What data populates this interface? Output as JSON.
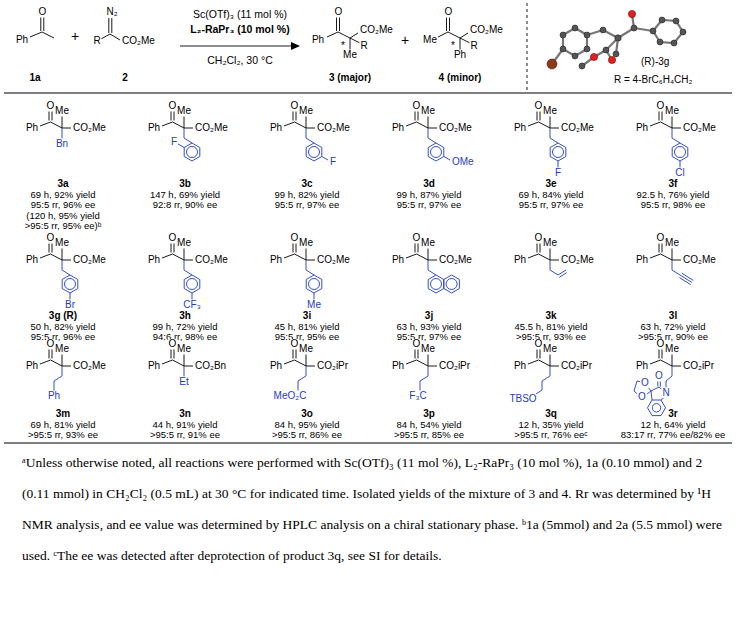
{
  "diagram": {
    "caption": "ᵃUnless otherwise noted, all reactions were performed with Sc(OTf)₃ (11 mol %), L₂-RaPr₃ (10 mol %), 1a (0.10 mmol) and 2 (0.11 mmol) in CH₂Cl₂ (0.5 mL) at 30 °C for indicated time. Isolated yields of the mixture of 3 and 4. Rr was determined by ¹H NMR analysis, and ee value was determined by HPLC analysis on a chiral stationary phase. ᵇ1a (5mmol) and 2a (5.5 mmol) were used. ᶜThe ee was detected after deprotection of product 3q, see SI for details.",
    "labels": [
      "Ph",
      "O",
      "1a",
      "+",
      "N₂",
      "R",
      "CO₂Me",
      "2",
      "Sc(OTf)₃ (11 mol %)",
      "L₂-RaPr₃ (10 mol %)",
      "CH₂Cl₂, 30 °C",
      "O",
      "Ph",
      "CO₂Me",
      "*",
      "R",
      "Me",
      "3 (major)",
      "+",
      "O",
      "Me",
      "CO₂Me",
      "*",
      "R",
      "Ph",
      "4 (minor)",
      "(R)-3g",
      "R = 4-BrC₆H₄CH₂",
      "O",
      "Me",
      "Ph",
      "CO₂Me",
      "Bn",
      "3a",
      "69 h, 92% yield",
      "95:5 rr, 96% ee",
      "(120 h, 95% yield",
      ">95:5 rr, 95% ee)ᵇ",
      "O",
      "Me",
      "Ph",
      "CO₂Me",
      "F",
      "3b",
      "147 h, 69% yield",
      "92:8 rr, 90% ee",
      "O",
      "Me",
      "Ph",
      "CO₂Me",
      "F",
      "3c",
      "99 h, 82% yield",
      "95:5 rr, 97% ee",
      "O",
      "Me",
      "Ph",
      "CO₂Me",
      "OMe",
      "3d",
      "99 h, 87% yield",
      "95:5 rr, 97% ee",
      "O",
      "Me",
      "Ph",
      "CO₂Me",
      "F",
      "3e",
      "69 h, 84% yield",
      "95:5 rr, 97% ee",
      "O",
      "Me",
      "Ph",
      "CO₂Me",
      "Cl",
      "3f",
      "92.5 h, 76% yield",
      "95:5 rr, 98% ee",
      "O",
      "Me",
      "Ph",
      "CO₂Me",
      "Br",
      "3g (R)",
      "50 h, 82% yield",
      "95:5 rr, 96% ee",
      "O",
      "Me",
      "Ph",
      "CO₂Me",
      "CF₃",
      "3h",
      "99 h, 72% yield",
      "94:6 rr, 98% ee",
      "O",
      "Me",
      "Ph",
      "CO₂Me",
      "Me",
      "3i",
      "45 h, 81% yield",
      "95:5 rr, 95% ee",
      "O",
      "Me",
      "Ph",
      "CO₂Me",
      "3j",
      "63 h, 93% yield",
      "95:5 rr, 97% ee",
      "O",
      "Me",
      "Ph",
      "CO₂Me",
      "3k",
      "45.5 h, 81% yield",
      ">95:5 rr, 93% ee",
      "O",
      "Me",
      "Ph",
      "CO₂Me",
      "3l",
      "63 h, 72% yield",
      ">95:5 rr, 90% ee",
      "O",
      "Me",
      "Ph",
      "CO₂Me",
      "Ph",
      "3m",
      "69 h, 81% yield",
      ">95:5 rr, 93% ee",
      "O",
      "Me",
      "Ph",
      "CO₂Bn",
      "Et",
      "3n",
      "44 h, 91% yield",
      ">95:5 rr, 91% ee",
      "O",
      "Me",
      "Ph",
      "CO₂iPr",
      "MeO₂C",
      "3o",
      "84 h, 95% yield",
      ">95:5 rr, 86% ee",
      "O",
      "Me",
      "Ph",
      "CO₂iPr",
      "F₃C",
      "3p",
      "84 h, 54% yield",
      ">95:5 rr, 85% ee",
      "O",
      "Me",
      "Ph",
      "CO₂iPr",
      "TBSO",
      "3q",
      "12 h, 35% yield",
      ">95:5 rr, 76% eeᶜ",
      "O",
      "Me",
      "Ph",
      "CO₂iPr",
      "O",
      "O",
      "O",
      "N",
      "3r",
      "12 h, 64% yield",
      "83:17 rr, 77% ee/82% ee"
    ]
  }
}
